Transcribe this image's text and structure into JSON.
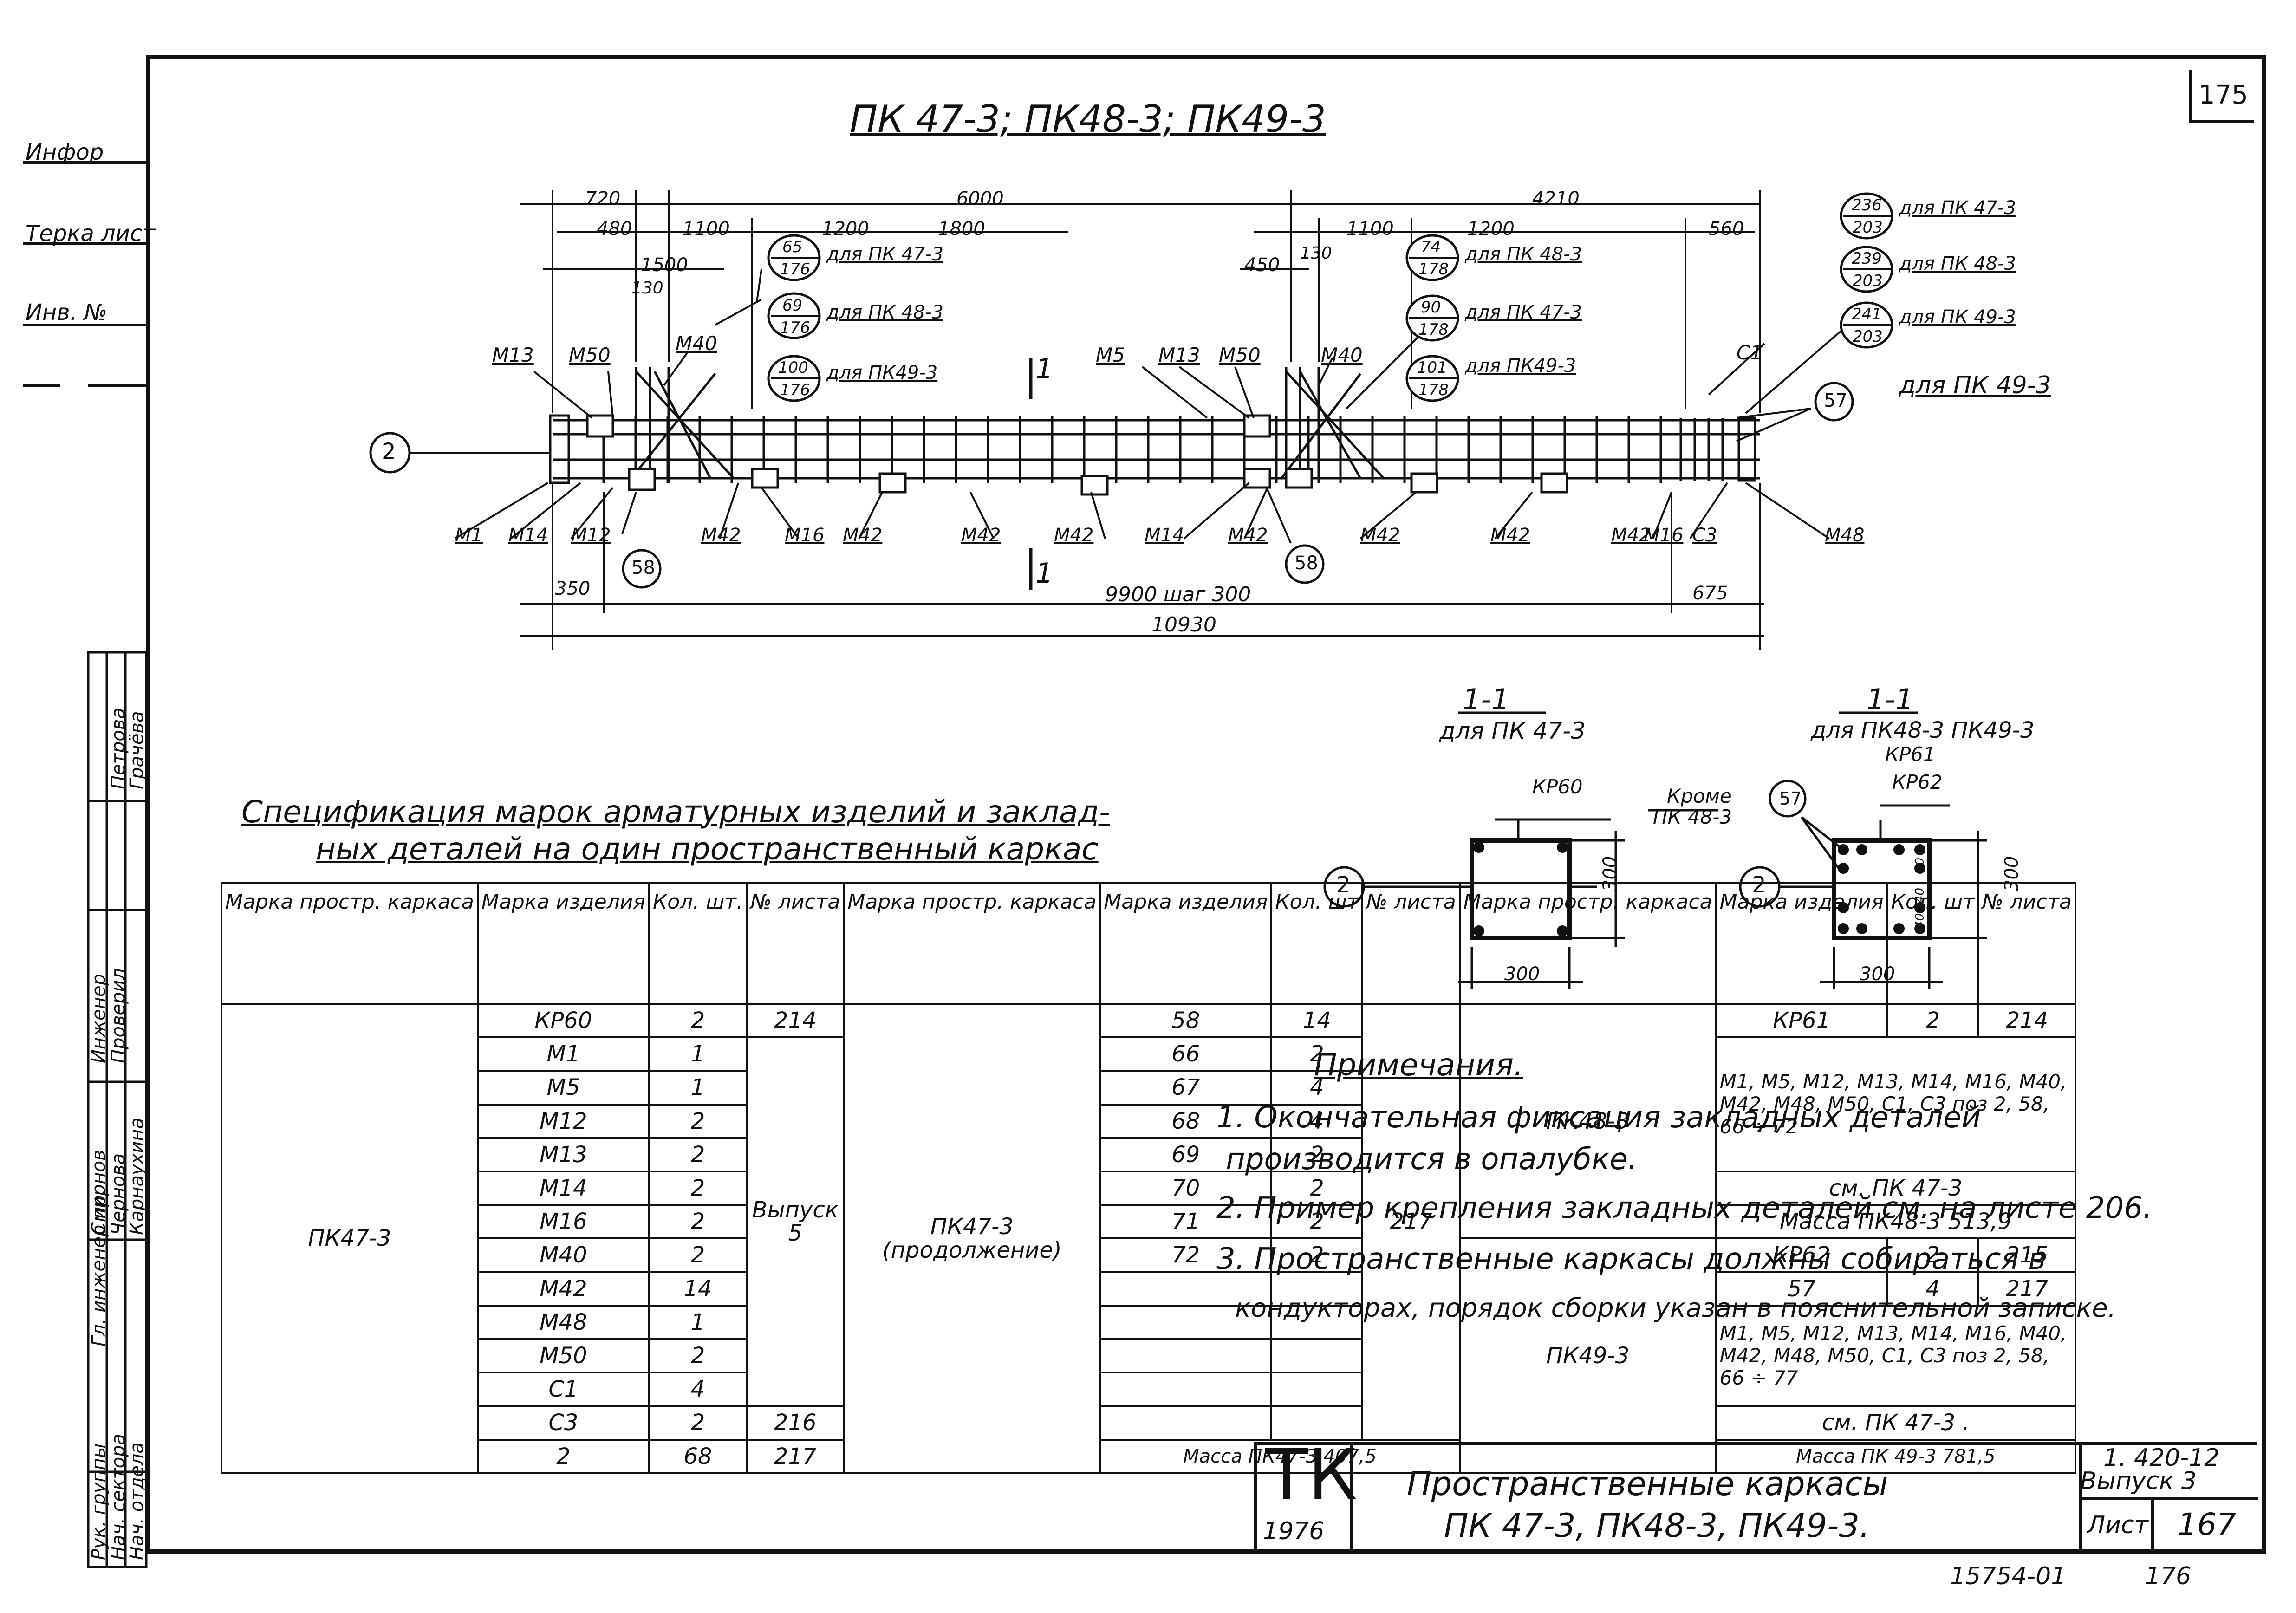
{
  "sheet_number": "175",
  "title": "ПК 47-3; ПК48-3; ПК49-3",
  "left_margin": {
    "labels": [
      "Инфор",
      "Терка лист",
      "Инв. №"
    ]
  },
  "elevation": {
    "dims_top": [
      "720",
      "480",
      "1100",
      "6000",
      "1200",
      "1800",
      "1500",
      "130",
      "1100",
      "1200",
      "4210",
      "560",
      "450",
      "130"
    ],
    "dims_bottom": [
      "350",
      "9900 шаг 300",
      "675",
      "10930"
    ],
    "callouts_left": [
      {
        "num": "65",
        "den": "176",
        "text": "для ПК 47-3"
      },
      {
        "num": "69",
        "den": "176",
        "text": "для ПК 48-3"
      },
      {
        "num": "100",
        "den": "176",
        "text": "для ПК49-3"
      }
    ],
    "callouts_mid": [
      {
        "num": "74",
        "den": "178",
        "text": "для ПК 48-3"
      },
      {
        "num": "90",
        "den": "178",
        "text": "для ПК 47-3"
      },
      {
        "num": "101",
        "den": "178",
        "text": "для ПК49-3"
      }
    ],
    "callouts_right": [
      {
        "num": "236",
        "den": "203",
        "text": "для ПК 47-3"
      },
      {
        "num": "239",
        "den": "203",
        "text": "для ПК 48-3"
      },
      {
        "num": "241",
        "den": "203",
        "text": "для ПК 49-3"
      }
    ],
    "callout_57": "57",
    "callout_57_text": "для ПК 49-3",
    "marks_top": [
      "М13",
      "М50",
      "М40",
      "М5",
      "М13",
      "М50",
      "М40",
      "С1"
    ],
    "marks_bottom": [
      "М1",
      "М14",
      "М12",
      "М42",
      "М16",
      "М42",
      "М42",
      "М42",
      "М14",
      "М42",
      "М42",
      "М42",
      "М42",
      "М16",
      "С3",
      "М48"
    ],
    "section_mark": "1",
    "bubble_2": "2",
    "bubble_58": "58"
  },
  "sections": [
    {
      "title": "1-1",
      "sub": "для ПК 47-3",
      "kp": "КР60",
      "dim_h": "300",
      "dim_w": "300",
      "bubble": "2"
    },
    {
      "title": "1-1",
      "sub": "для ПК48-3 ПК49-3",
      "kp": "КР61",
      "kp2": "КР62",
      "dim_h": "300",
      "dim_w": "300",
      "bubble": "2",
      "bubble57": "57",
      "except": "Кроме",
      "except_sub": "ПК 48-3",
      "small_dims": [
        "40",
        "40",
        "40"
      ]
    }
  ],
  "spec": {
    "title_line1": "Спецификация марок арматурных изделий и заклад-",
    "title_line2": "ных деталей на один пространственный каркас",
    "headers": [
      "Марка простр. каркаса",
      "Марка изделия",
      "Кол. шт.",
      "№ листа",
      "Марка простр. каркаса",
      "Марка изделия",
      "Кол. шт",
      "№ листа",
      "Марка простр. каркаса",
      "Марка изделия",
      "Кол. шт",
      "№ листа"
    ],
    "g1_frame": "ПК47-3",
    "g1_rows": [
      [
        "КР60",
        "2",
        "214"
      ],
      [
        "М1",
        "1",
        ""
      ],
      [
        "М5",
        "1",
        ""
      ],
      [
        "М12",
        "2",
        ""
      ],
      [
        "М13",
        "2",
        ""
      ],
      [
        "М14",
        "2",
        ""
      ],
      [
        "М16",
        "2",
        ""
      ],
      [
        "М40",
        "2",
        ""
      ],
      [
        "М42",
        "14",
        ""
      ],
      [
        "М48",
        "1",
        ""
      ],
      [
        "М50",
        "2",
        ""
      ],
      [
        "С1",
        "4",
        ""
      ],
      [
        "С3",
        "2",
        "216"
      ],
      [
        "2",
        "68",
        "217"
      ]
    ],
    "g1_sheet_merged": "Выпуск 5",
    "g2_frame": "ПК47-3 (продолжение)",
    "g2_rows": [
      [
        "58",
        "14"
      ],
      [
        "66",
        "2"
      ],
      [
        "67",
        "4"
      ],
      [
        "68",
        "4"
      ],
      [
        "69",
        "2"
      ],
      [
        "70",
        "2"
      ],
      [
        "71",
        "2"
      ],
      [
        "72",
        "2"
      ]
    ],
    "g2_sheet": "217",
    "g2_mass": "Масса ПК47-3 407,5",
    "g3a_frame": "ПК48-3",
    "g3a_row1": [
      "КР61",
      "2",
      "214"
    ],
    "g3a_text": "М1, М5, М12, М13, М14, М16, М40, М42, М48, М50, С1, С3 поз 2, 58, 66 ÷ 72",
    "g3a_see": "см. ПК 47-3",
    "g3a_mass": "Масса ПК48-3 513,9",
    "g3b_frame": "ПК49-3",
    "g3b_row1": [
      "КР62",
      "2",
      "215"
    ],
    "g3b_row2": [
      "57",
      "4",
      "217"
    ],
    "g3b_text": "М1, М5, М12, М13, М14, М16, М40, М42, М48, М50, С1, С3 поз 2, 58, 66 ÷ 77",
    "g3b_see": "см. ПК 47-3 .",
    "g3b_mass": "Масса ПК 49-3 781,5"
  },
  "notes": {
    "heading": "Примечания.",
    "items": [
      "1. Окончательная фиксация закладных деталей",
      "производится в опалубке.",
      "2. Пример крепления закладных деталей см. на листе 206.",
      "3. Пространственные каркасы должны собираться в",
      "кондукторах, порядок сборки указан в пояснительной записке."
    ]
  },
  "stamp": {
    "logo": "ТК",
    "year": "1976",
    "title1": "Пространственные каркасы",
    "title2": "ПК 47-3, ПК48-3, ПК49-3.",
    "code": "1. 420-12",
    "issue": "Выпуск 3",
    "sheet_label": "Лист",
    "sheet_value": "167"
  },
  "footer": {
    "left": "15754-01",
    "right": "176"
  },
  "side_stamp": {
    "roles": [
      "Рук. группы",
      "Нач. сектора",
      "Нач. отдела",
      "Гл. инженер пр.",
      "Инженер",
      "Проверил"
    ],
    "names": [
      "Петрова",
      "Грачёва",
      "Смирнов",
      "Чернова",
      "Карнаухина"
    ]
  }
}
